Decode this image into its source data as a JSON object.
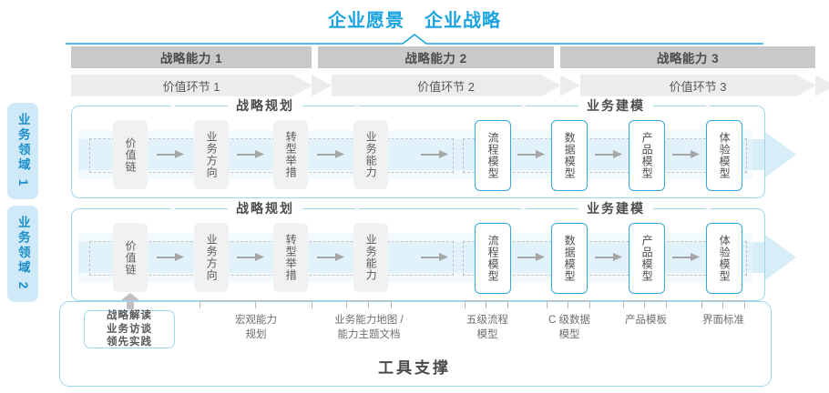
{
  "header": {
    "vision": "企业愿景",
    "strategy": "企业战略"
  },
  "capability_bars": [
    {
      "label": "战略能力 1"
    },
    {
      "label": "战略能力 2"
    },
    {
      "label": "战略能力 3"
    }
  ],
  "value_bars": [
    {
      "label": "价值环节 1"
    },
    {
      "label": "价值环节 2"
    },
    {
      "label": "价值环节 3"
    }
  ],
  "domains": [
    {
      "label": "业务领域 1"
    },
    {
      "label": "业务领域 2"
    }
  ],
  "sections": {
    "planning": "战略规划",
    "modeling": "业务建模"
  },
  "nodes": {
    "planning": [
      {
        "label": "价值链"
      },
      {
        "label": "业务方向"
      },
      {
        "label": "转型举措"
      },
      {
        "label": "业务能力"
      }
    ],
    "modeling": [
      {
        "label": "流程模型"
      },
      {
        "label": "数据模型"
      },
      {
        "label": "产品模型"
      },
      {
        "label": "体验模型"
      }
    ]
  },
  "tool_support": {
    "title": "工具支撑",
    "chip": [
      "战略解读",
      "业务访谈",
      "领先实践"
    ],
    "captions": [
      "宏观能力\n规划",
      "业务能力地图 /\n能力主题文档",
      "五级流程\n模型",
      "C 级数据\n模型",
      "产品模板",
      "界面标准"
    ]
  },
  "colors": {
    "accent_blue": "#1ba3e0",
    "line_blue": "#9ed7ef",
    "node_blue_border": "#35a8dd",
    "band_blue": "#eaf6fc",
    "arrow_blue": "#d7eef9",
    "cap_bar_gray": "#c9c9c9",
    "val_bar_gray": "#ececec",
    "node_gray": "#f1f1f1",
    "text_gray": "#58595b"
  }
}
